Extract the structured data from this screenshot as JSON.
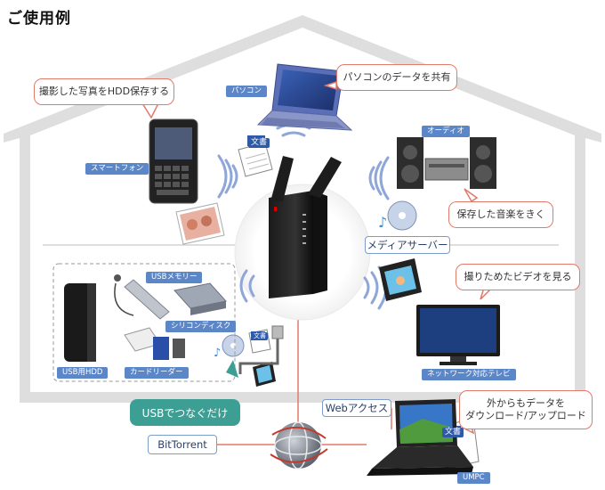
{
  "title": "ご使用例",
  "labels": {
    "pc": "パソコン",
    "smartphone": "スマートフォン",
    "audio": "オーディオ",
    "usb_memory": "USBメモリー",
    "silicon_disk": "シリコンディスク",
    "usb_hdd": "USB用HDD",
    "card_reader": "カードリーダー",
    "network_tv": "ネットワーク対応テレビ",
    "umpc": "UMPC",
    "doc_badge": "文書"
  },
  "callouts": {
    "photo_save": "撮影した写真をHDD保存する",
    "pc_share": "パソコンのデータを共有",
    "music": "保存した音楽をきく",
    "video": "撮りためたビデオを見る",
    "download_line1": "外からもデータを",
    "download_line2": "ダウンロード/アップロード"
  },
  "boxes": {
    "media_server": "メディアサーバー",
    "web_access": "Webアクセス",
    "bittorrent": "BitTorrent"
  },
  "usb_connect": "USBでつなぐだけ",
  "colors": {
    "house_outline": "#dcdcdc",
    "accent_red": "#e07a6a",
    "tag_blue": "#5b86c8",
    "teal": "#3d9f94",
    "wave_blue": "#8fa6d8"
  }
}
